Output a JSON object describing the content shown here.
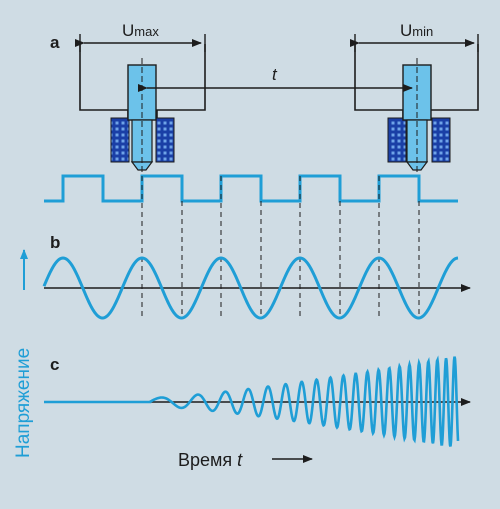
{
  "panel_labels": {
    "a": "a",
    "b": "b",
    "c": "c"
  },
  "dims": {
    "u_max": {
      "base": "U",
      "sub": "max"
    },
    "u_min": {
      "base": "U",
      "sub": "min"
    },
    "t": "t"
  },
  "axes": {
    "y_label": "Напряжение",
    "x_label": {
      "text": "Время",
      "var": "t"
    }
  },
  "colors": {
    "background": "#cfdce4",
    "signal": "#1f9ed6",
    "outline": "#1d1d1d",
    "coil": "#1a3fa6"
  },
  "waves": {
    "square_periods": 5,
    "sine_periods": 5,
    "chirp_note": "amplitude and frequency increase with time"
  }
}
